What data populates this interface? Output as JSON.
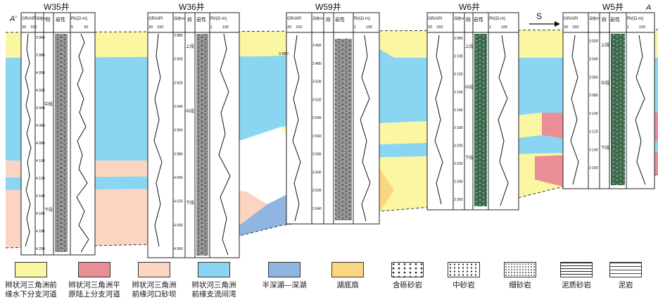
{
  "figure": {
    "direction": "S",
    "left_end": "A′",
    "right_end": "A",
    "marker_3880": "3 880"
  },
  "wells": [
    {
      "name": "W35井",
      "gr_header": "GR/API",
      "gr_range": "30    150",
      "depth_header": "深度/m",
      "seg_header": "段",
      "lith_header": "岩性",
      "rt_header": "Rt/(Ω·m)",
      "rt_range": "5          60",
      "segments": [
        "中段",
        "下段"
      ],
      "depths": [
        "3 960",
        "3 980",
        "4 000",
        "4 020",
        "4 040",
        "4 060",
        "4 080",
        "4 100",
        "4 120",
        "4 140",
        "4 160",
        "4 180",
        "4 200"
      ]
    },
    {
      "name": "W36井",
      "gr_header": "GR/API",
      "gr_range": "30    150",
      "depth_header": "深度/m",
      "seg_header": "段",
      "lith_header": "岩性",
      "rt_header": "Rt/(Ω·m)",
      "rt_range": "1         100",
      "segments": [
        "上段",
        "中段",
        "下段"
      ],
      "depths": [
        "3 880",
        "3 900",
        "3 920",
        "3 940",
        "3 960",
        "3 980",
        "4 000",
        "4 020",
        "4 040",
        "4 060"
      ]
    },
    {
      "name": "W59井",
      "gr_header": "GR/API",
      "gr_range": "20    150",
      "depth_header": "深度/m",
      "seg_header": "段",
      "lith_header": "岩性",
      "rt_header": "Rt/(Ω·m)",
      "rt_range": "1         100",
      "segments": [],
      "depths": [
        "3 460",
        "3 480",
        "3 500",
        "3 520",
        "3 540",
        "3 560",
        "3 580",
        "3 600",
        "3 620",
        "3 640"
      ]
    },
    {
      "name": "W6井",
      "gr_header": "GR/API",
      "gr_range": "20    150",
      "depth_header": "深度/m",
      "seg_header": "段",
      "lith_header": "岩性",
      "rt_header": "Rt/(Ω·m)",
      "rt_range": "1         100",
      "segments": [
        "上段",
        "中段",
        "下段"
      ],
      "depths": [
        "3 080",
        "3 100",
        "3 120",
        "3 140",
        "3 160",
        "3 180",
        "3 200",
        "3 220",
        "3 240",
        "3 260"
      ]
    },
    {
      "name": "W5井",
      "gr_header": "GR/API",
      "gr_range": "30    150",
      "depth_header": "深度/m",
      "seg_header": "段",
      "lith_header": "岩性",
      "rt_header": "Rt/(Ω·m)",
      "rt_range": "1         100",
      "segments": [
        "上段",
        "中段",
        "下段"
      ],
      "depths": [
        "3 020",
        "3 040",
        "3 060",
        "3 080",
        "3 100",
        "3 120",
        "3 140",
        "3 160"
      ]
    }
  ],
  "legend": [
    {
      "label1": "辫状河三角洲前",
      "label2": "缘水下分支河道",
      "color": "#fbf6a2",
      "icon": "yellow-facies-swatch"
    },
    {
      "label1": "辫状河三角洲平",
      "label2": "原陆上分支河道",
      "color": "#e98e96",
      "icon": "red-facies-swatch"
    },
    {
      "label1": "辫状河三角洲",
      "label2": "前缘河口砂坝",
      "color": "#fbd5c2",
      "icon": "pink-facies-swatch"
    },
    {
      "label1": "辫状河三角洲",
      "label2": "前缘支流间湾",
      "color": "#8ad6f2",
      "icon": "cyan-facies-swatch"
    },
    {
      "label1": "半深湖—深湖",
      "label2": "",
      "color": "#8fb5e0",
      "icon": "blue-facies-swatch"
    },
    {
      "label1": "湖底扇",
      "label2": "",
      "color": "#fbd680",
      "icon": "orange-facies-swatch"
    },
    {
      "label1": "含砾砂岩",
      "label2": "",
      "pattern": "pebbly",
      "icon": "pebbly-sandstone-swatch"
    },
    {
      "label1": "中砂岩",
      "label2": "",
      "pattern": "medium",
      "icon": "medium-sandstone-swatch"
    },
    {
      "label1": "细砂岩",
      "label2": "",
      "pattern": "fine",
      "icon": "fine-sandstone-swatch"
    },
    {
      "label1": "泥质砂岩",
      "label2": "",
      "pattern": "muddy",
      "icon": "muddy-sandstone-swatch"
    },
    {
      "label1": "泥岩",
      "label2": "",
      "pattern": "mud",
      "icon": "mudstone-swatch"
    }
  ]
}
